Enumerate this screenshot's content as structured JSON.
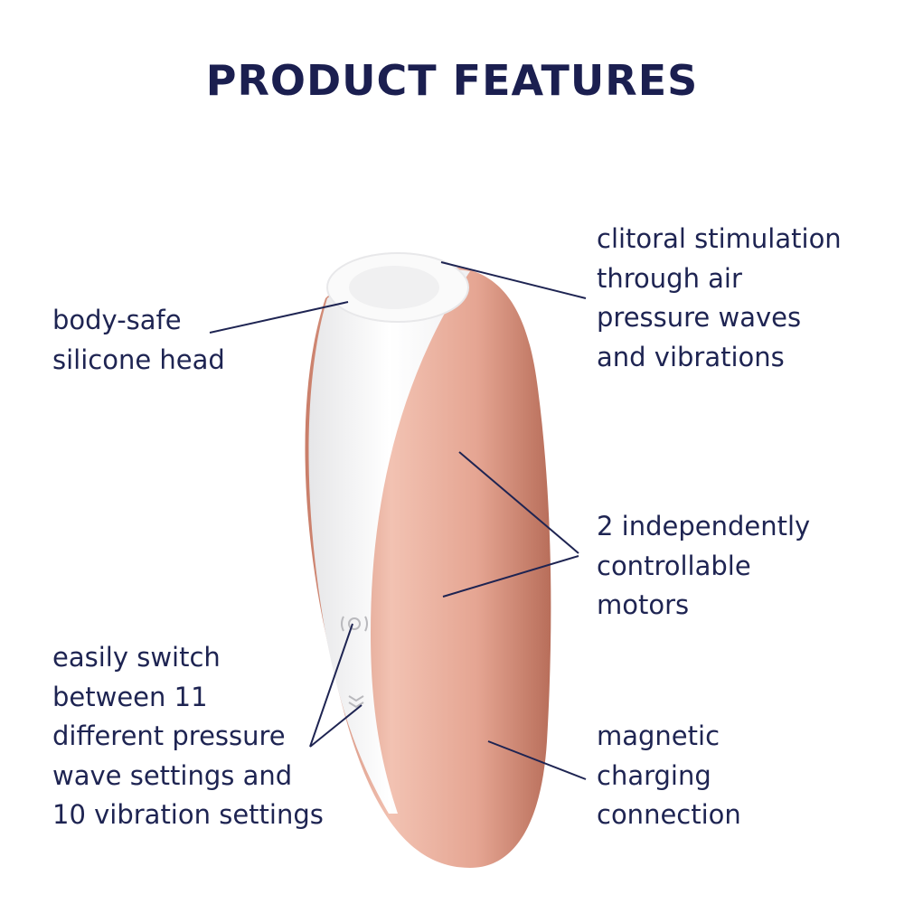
{
  "title": "PRODUCT FEATURES",
  "features": {
    "head": [
      "body-safe",
      "silicone head"
    ],
    "stimulation": [
      "clitoral stimulation",
      "through air",
      "pressure waves",
      "and vibrations"
    ],
    "motors": [
      "2 independently",
      "controllable",
      "motors"
    ],
    "settings": [
      "easily switch",
      "between 11",
      "different pressure",
      "wave settings and",
      "10 vibration settings"
    ],
    "charging": [
      "magnetic",
      "charging",
      "connection"
    ]
  },
  "colors": {
    "text": "#1e2452",
    "copper": "#e2a08c",
    "white": "#ffffff"
  }
}
